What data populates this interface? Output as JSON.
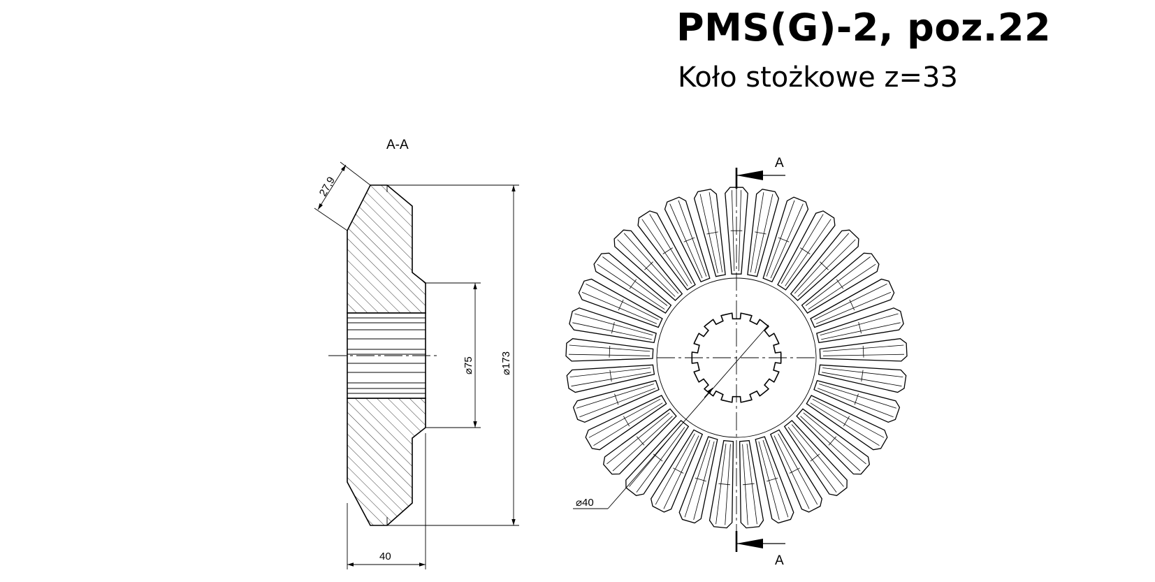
{
  "title": "PMS(G)-2, poz.22",
  "subtitle": "Koło stożkowe z=33",
  "section_view": {
    "label": "A-A",
    "dim_chamfer": "27,9",
    "dim_bore": "⌀75",
    "dim_outer": "⌀173",
    "dim_width": "40"
  },
  "front_view": {
    "cut_mark_top": "A",
    "cut_mark_bottom": "A",
    "dim_bore": "⌀40",
    "tooth_count": 33,
    "spline_count": 14
  }
}
